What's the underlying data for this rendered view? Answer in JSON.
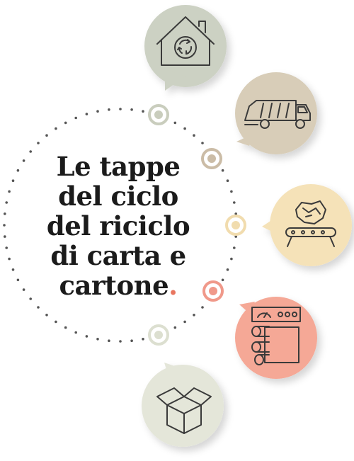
{
  "title": {
    "lines": [
      "Le tappe",
      "del ciclo",
      "del riciclo",
      "di carta e",
      "cartone"
    ],
    "end_dot": "."
  },
  "colors": {
    "text": "#1b1b1b",
    "accent": "#e8755f",
    "path_dots": "#555555"
  },
  "steps": [
    {
      "icon": "house-recycle-icon",
      "bubble_color": "#ccd1c3",
      "marker_color": "#c9cdbd"
    },
    {
      "icon": "garbage-truck-icon",
      "bubble_color": "#d8cdb8",
      "marker_color": "#cbbca6"
    },
    {
      "icon": "paper-conveyor-icon",
      "bubble_color": "#f5e2b8",
      "marker_color": "#f1dcae"
    },
    {
      "icon": "paper-mill-machine-icon",
      "bubble_color": "#f5a896",
      "marker_color": "#f0998a"
    },
    {
      "icon": "open-box-icon",
      "bubble_color": "#e4e6d9",
      "marker_color": "#dcdfd0"
    }
  ]
}
